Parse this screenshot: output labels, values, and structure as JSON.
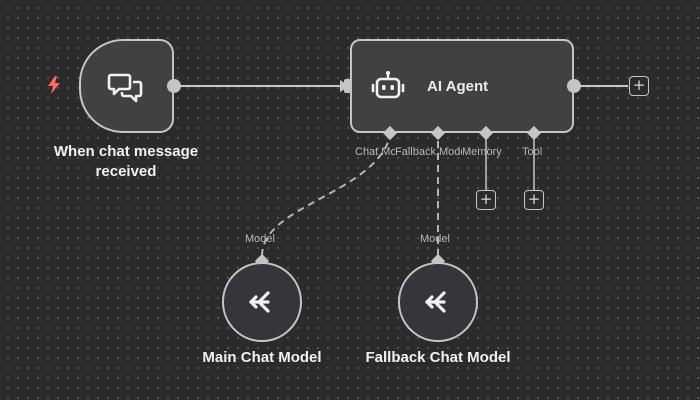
{
  "trigger": {
    "label": "When chat message received",
    "icon": "chat-bubbles-icon",
    "badge_icon": "lightning-icon",
    "badge_color": "#ff6d5a"
  },
  "agent": {
    "title": "AI Agent",
    "icon": "robot-icon",
    "ports": {
      "chat_model": "Chat Model",
      "fallback_model": "Fallback Model",
      "memory": "Memory",
      "tool": "Tool"
    },
    "add_output_label": "+"
  },
  "main_model": {
    "label": "Main Chat Model",
    "port_label": "Model",
    "icon": "model-arrows-icon"
  },
  "fallback_model": {
    "label": "Fallback Chat Model",
    "port_label": "Model",
    "icon": "model-arrows-icon"
  },
  "add_buttons": {
    "memory": "+",
    "tool": "+"
  },
  "colors": {
    "canvas": "#2b2b2c",
    "node_fill": "#414144",
    "node_border": "#c5c5c9",
    "accent": "#ff6d5a"
  }
}
